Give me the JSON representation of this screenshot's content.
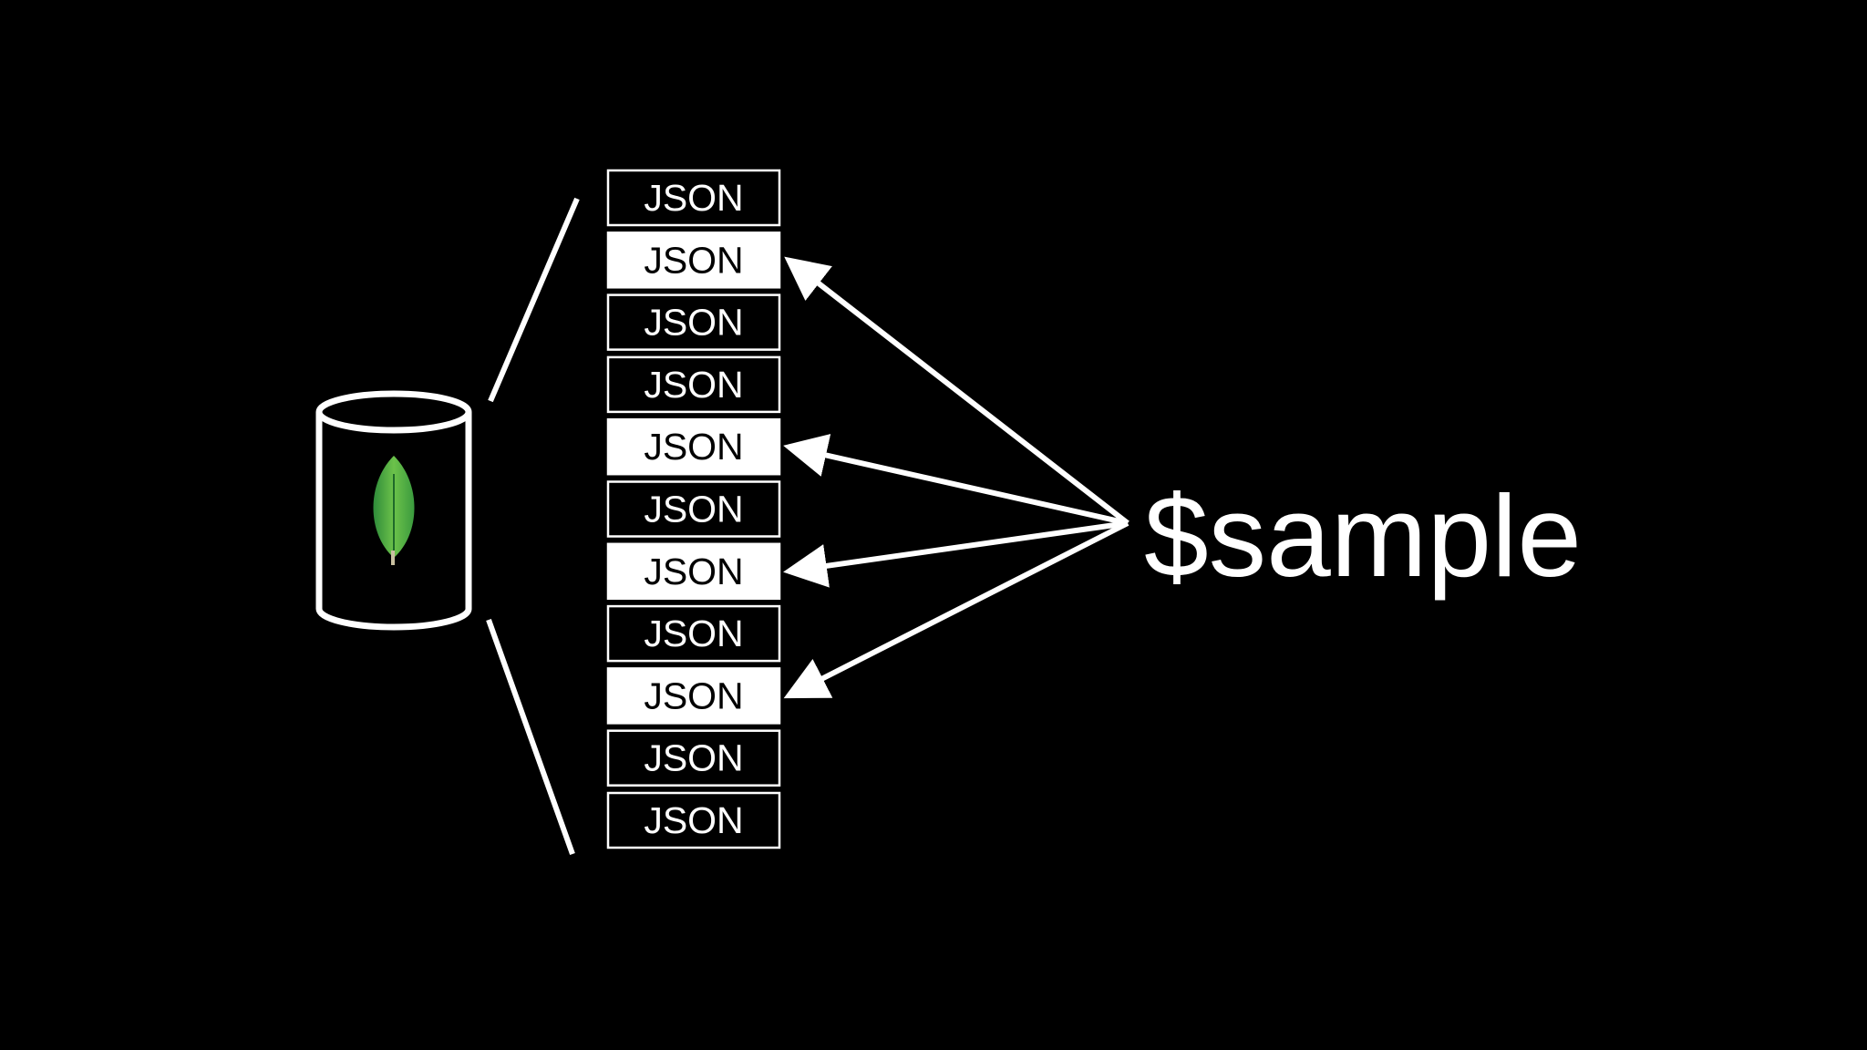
{
  "colors": {
    "background": "#000000",
    "foreground": "#ffffff",
    "leaf_light": "#6cc24a",
    "leaf_dark": "#2e8b3a",
    "leaf_stem": "#c9c0a0"
  },
  "database": {
    "icon": "mongodb-leaf-icon"
  },
  "collection": {
    "documents": [
      {
        "label": "JSON",
        "sampled": false
      },
      {
        "label": "JSON",
        "sampled": true
      },
      {
        "label": "JSON",
        "sampled": false
      },
      {
        "label": "JSON",
        "sampled": false
      },
      {
        "label": "JSON",
        "sampled": true
      },
      {
        "label": "JSON",
        "sampled": false
      },
      {
        "label": "JSON",
        "sampled": true
      },
      {
        "label": "JSON",
        "sampled": false
      },
      {
        "label": "JSON",
        "sampled": true
      },
      {
        "label": "JSON",
        "sampled": false
      },
      {
        "label": "JSON",
        "sampled": false
      }
    ]
  },
  "operator": {
    "label": "$sample"
  }
}
